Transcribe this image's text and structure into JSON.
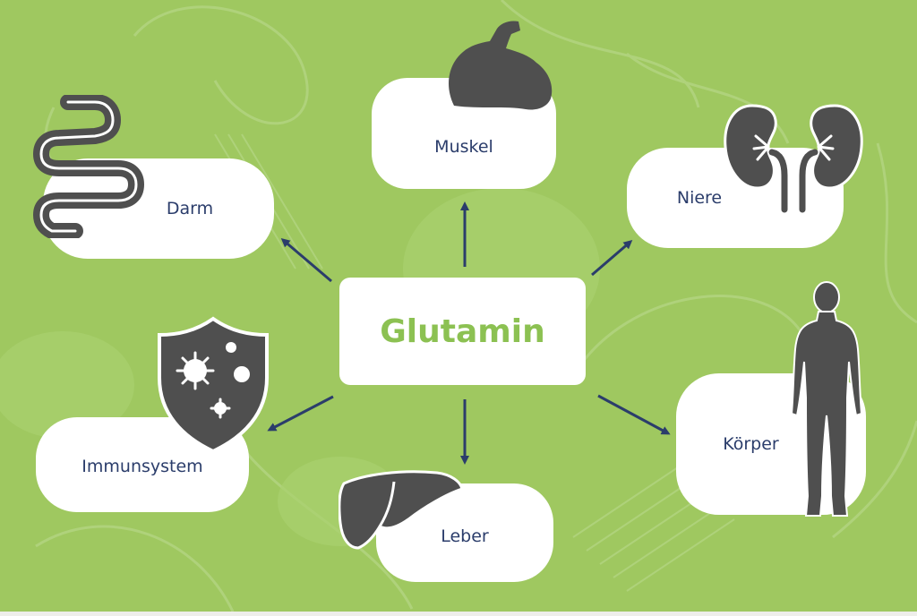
{
  "colors": {
    "background": "#9fc860",
    "center_text": "#8cc152",
    "label_text": "#2b3d6b",
    "arrow": "#2b3d6b",
    "icon": "#505050"
  },
  "center": {
    "label": "Glutamin"
  },
  "nodes": {
    "muskel": {
      "label": "Muskel",
      "icon": "flexed-arm-icon"
    },
    "niere": {
      "label": "Niere",
      "icon": "kidneys-icon"
    },
    "darm": {
      "label": "Darm",
      "icon": "intestine-icon"
    },
    "immunsystem": {
      "label": "Immunsystem",
      "icon": "shield-virus-icon"
    },
    "leber": {
      "label": "Leber",
      "icon": "liver-icon"
    },
    "koerper": {
      "label": "Körper",
      "icon": "human-body-icon"
    }
  }
}
